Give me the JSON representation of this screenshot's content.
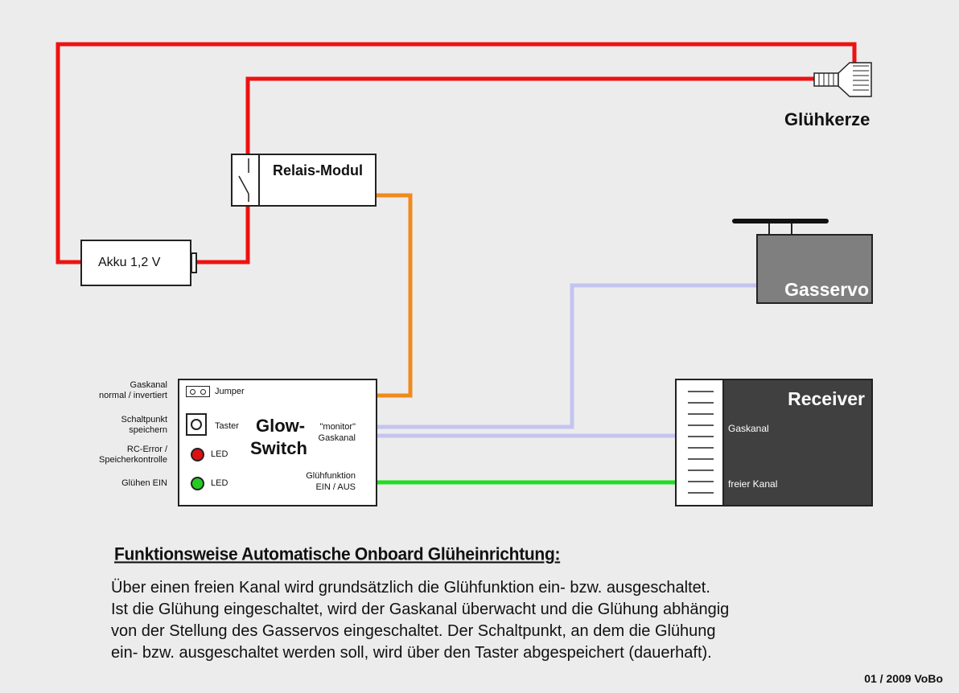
{
  "colors": {
    "background": "#ececec",
    "wire_power": "#ee1111",
    "wire_relay": "#f08a1e",
    "wire_monitor": "#c4c4f0",
    "wire_glow": "#22dd22",
    "servo_body": "#7f7f7f",
    "receiver_body": "#404040",
    "led_red": "#dd1111",
    "led_green": "#22cc22"
  },
  "glow_plug": {
    "label": "Glühkerze"
  },
  "relay": {
    "label": "Relais-Modul"
  },
  "battery": {
    "label": "Akku 1,2 V"
  },
  "servo": {
    "label": "Gasservo"
  },
  "receiver": {
    "title": "Receiver",
    "channel_throttle": "Gaskanal",
    "channel_free": "freier Kanal"
  },
  "glow_switch": {
    "title_line1": "Glow-",
    "title_line2": "Switch",
    "jumper_label": "Jumper",
    "button_label": "Taster",
    "led1_label": "LED",
    "led2_label": "LED",
    "monitor_line1": "\"monitor\"",
    "monitor_line2": "Gaskanal",
    "glow_fn_line1": "Glühfunktion",
    "glow_fn_line2": "EIN / AUS"
  },
  "side_labels": {
    "gaskanal_1": "Gaskanal",
    "gaskanal_2": "normal / invertiert",
    "schaltpunkt_1": "Schaltpunkt",
    "schaltpunkt_2": "speichern",
    "rcerror_1": "RC-Error /",
    "rcerror_2": "Speicherkontrolle",
    "gluehen": "Glühen EIN"
  },
  "caption": {
    "heading": "Funktionsweise Automatische Onboard Glüheinrichtung:",
    "lines": [
      "Über einen freien Kanal wird grundsätzlich die Glühfunktion ein- bzw. ausgeschaltet.",
      "Ist die Glühung eingeschaltet, wird der Gaskanal überwacht und die Glühung abhängig",
      "von der Stellung des Gasservos eingeschaltet. Der Schaltpunkt, an dem die Glühung",
      "ein- bzw. ausgeschaltet werden soll, wird über den Taster abgespeichert (dauerhaft)."
    ]
  },
  "credit": "01 / 2009 VoBo"
}
